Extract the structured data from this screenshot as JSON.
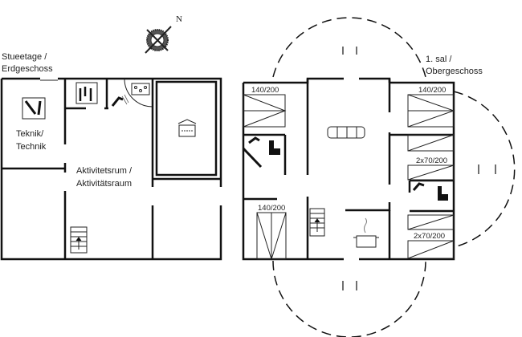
{
  "compass": {
    "north_label": "N"
  },
  "ground_floor": {
    "title_line1": "Stueetage /",
    "title_line2": "Erdgeschoss",
    "rooms": {
      "technik_line1": "Teknik/",
      "technik_line2": "Technik",
      "activity_line1": "Aktivitetsrum /",
      "activity_line2": "Aktivitätsraum"
    }
  },
  "upper_floor": {
    "title_line1": "1. sal /",
    "title_line2": "Obergeschoss",
    "beds": [
      "140/200",
      "140/200",
      "140/200",
      "2x70/200",
      "2x70/200"
    ]
  }
}
